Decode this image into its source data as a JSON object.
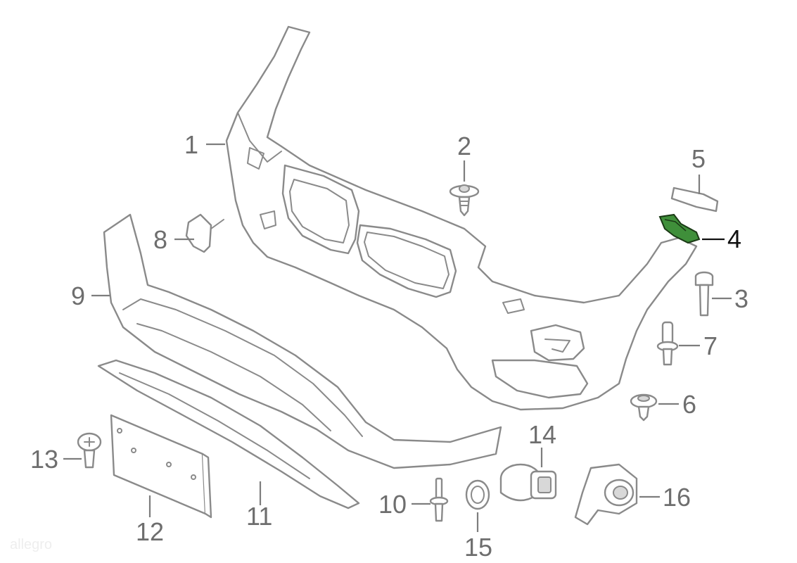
{
  "highlight_color": "#3f8f3a",
  "callouts": [
    {
      "id": "1",
      "label": "1"
    },
    {
      "id": "2",
      "label": "2"
    },
    {
      "id": "3",
      "label": "3"
    },
    {
      "id": "4",
      "label": "4",
      "highlighted": true
    },
    {
      "id": "5",
      "label": "5"
    },
    {
      "id": "6",
      "label": "6"
    },
    {
      "id": "7",
      "label": "7"
    },
    {
      "id": "8",
      "label": "8"
    },
    {
      "id": "9",
      "label": "9"
    },
    {
      "id": "10",
      "label": "10"
    },
    {
      "id": "11",
      "label": "11"
    },
    {
      "id": "12",
      "label": "12"
    },
    {
      "id": "13",
      "label": "13"
    },
    {
      "id": "14",
      "label": "14"
    },
    {
      "id": "15",
      "label": "15"
    },
    {
      "id": "16",
      "label": "16"
    }
  ],
  "watermark": "allegro"
}
